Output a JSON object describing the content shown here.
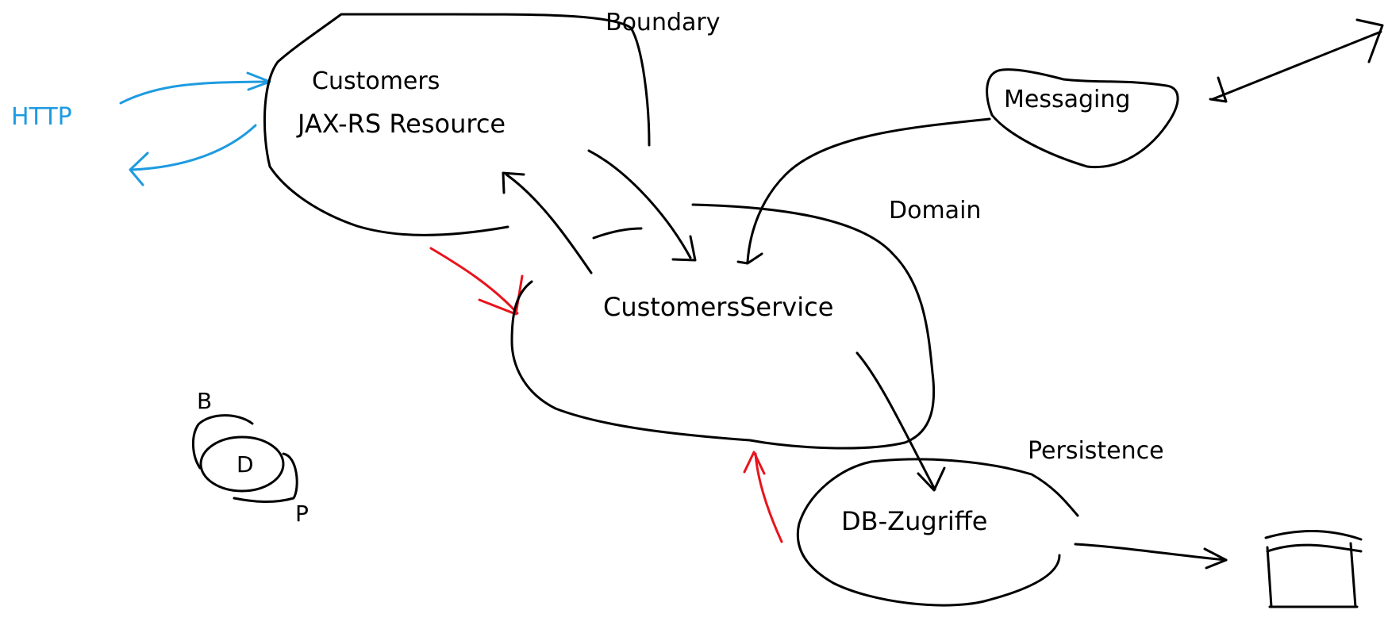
{
  "colors": {
    "ink": "#000000",
    "http": "#1e9be0",
    "dependency": "#e8141c",
    "background": "#ffffff"
  },
  "labels": {
    "http": "HTTP",
    "boundary": "Boundary",
    "customers": "Customers",
    "jaxrs_resource": "JAX-RS Resource",
    "messaging": "Messaging",
    "domain": "Domain",
    "customers_service": "CustomersService",
    "persistence": "Persistence",
    "db_access": "DB-Zugriffe"
  },
  "legend": {
    "b": "B",
    "d": "D",
    "p": "P"
  }
}
